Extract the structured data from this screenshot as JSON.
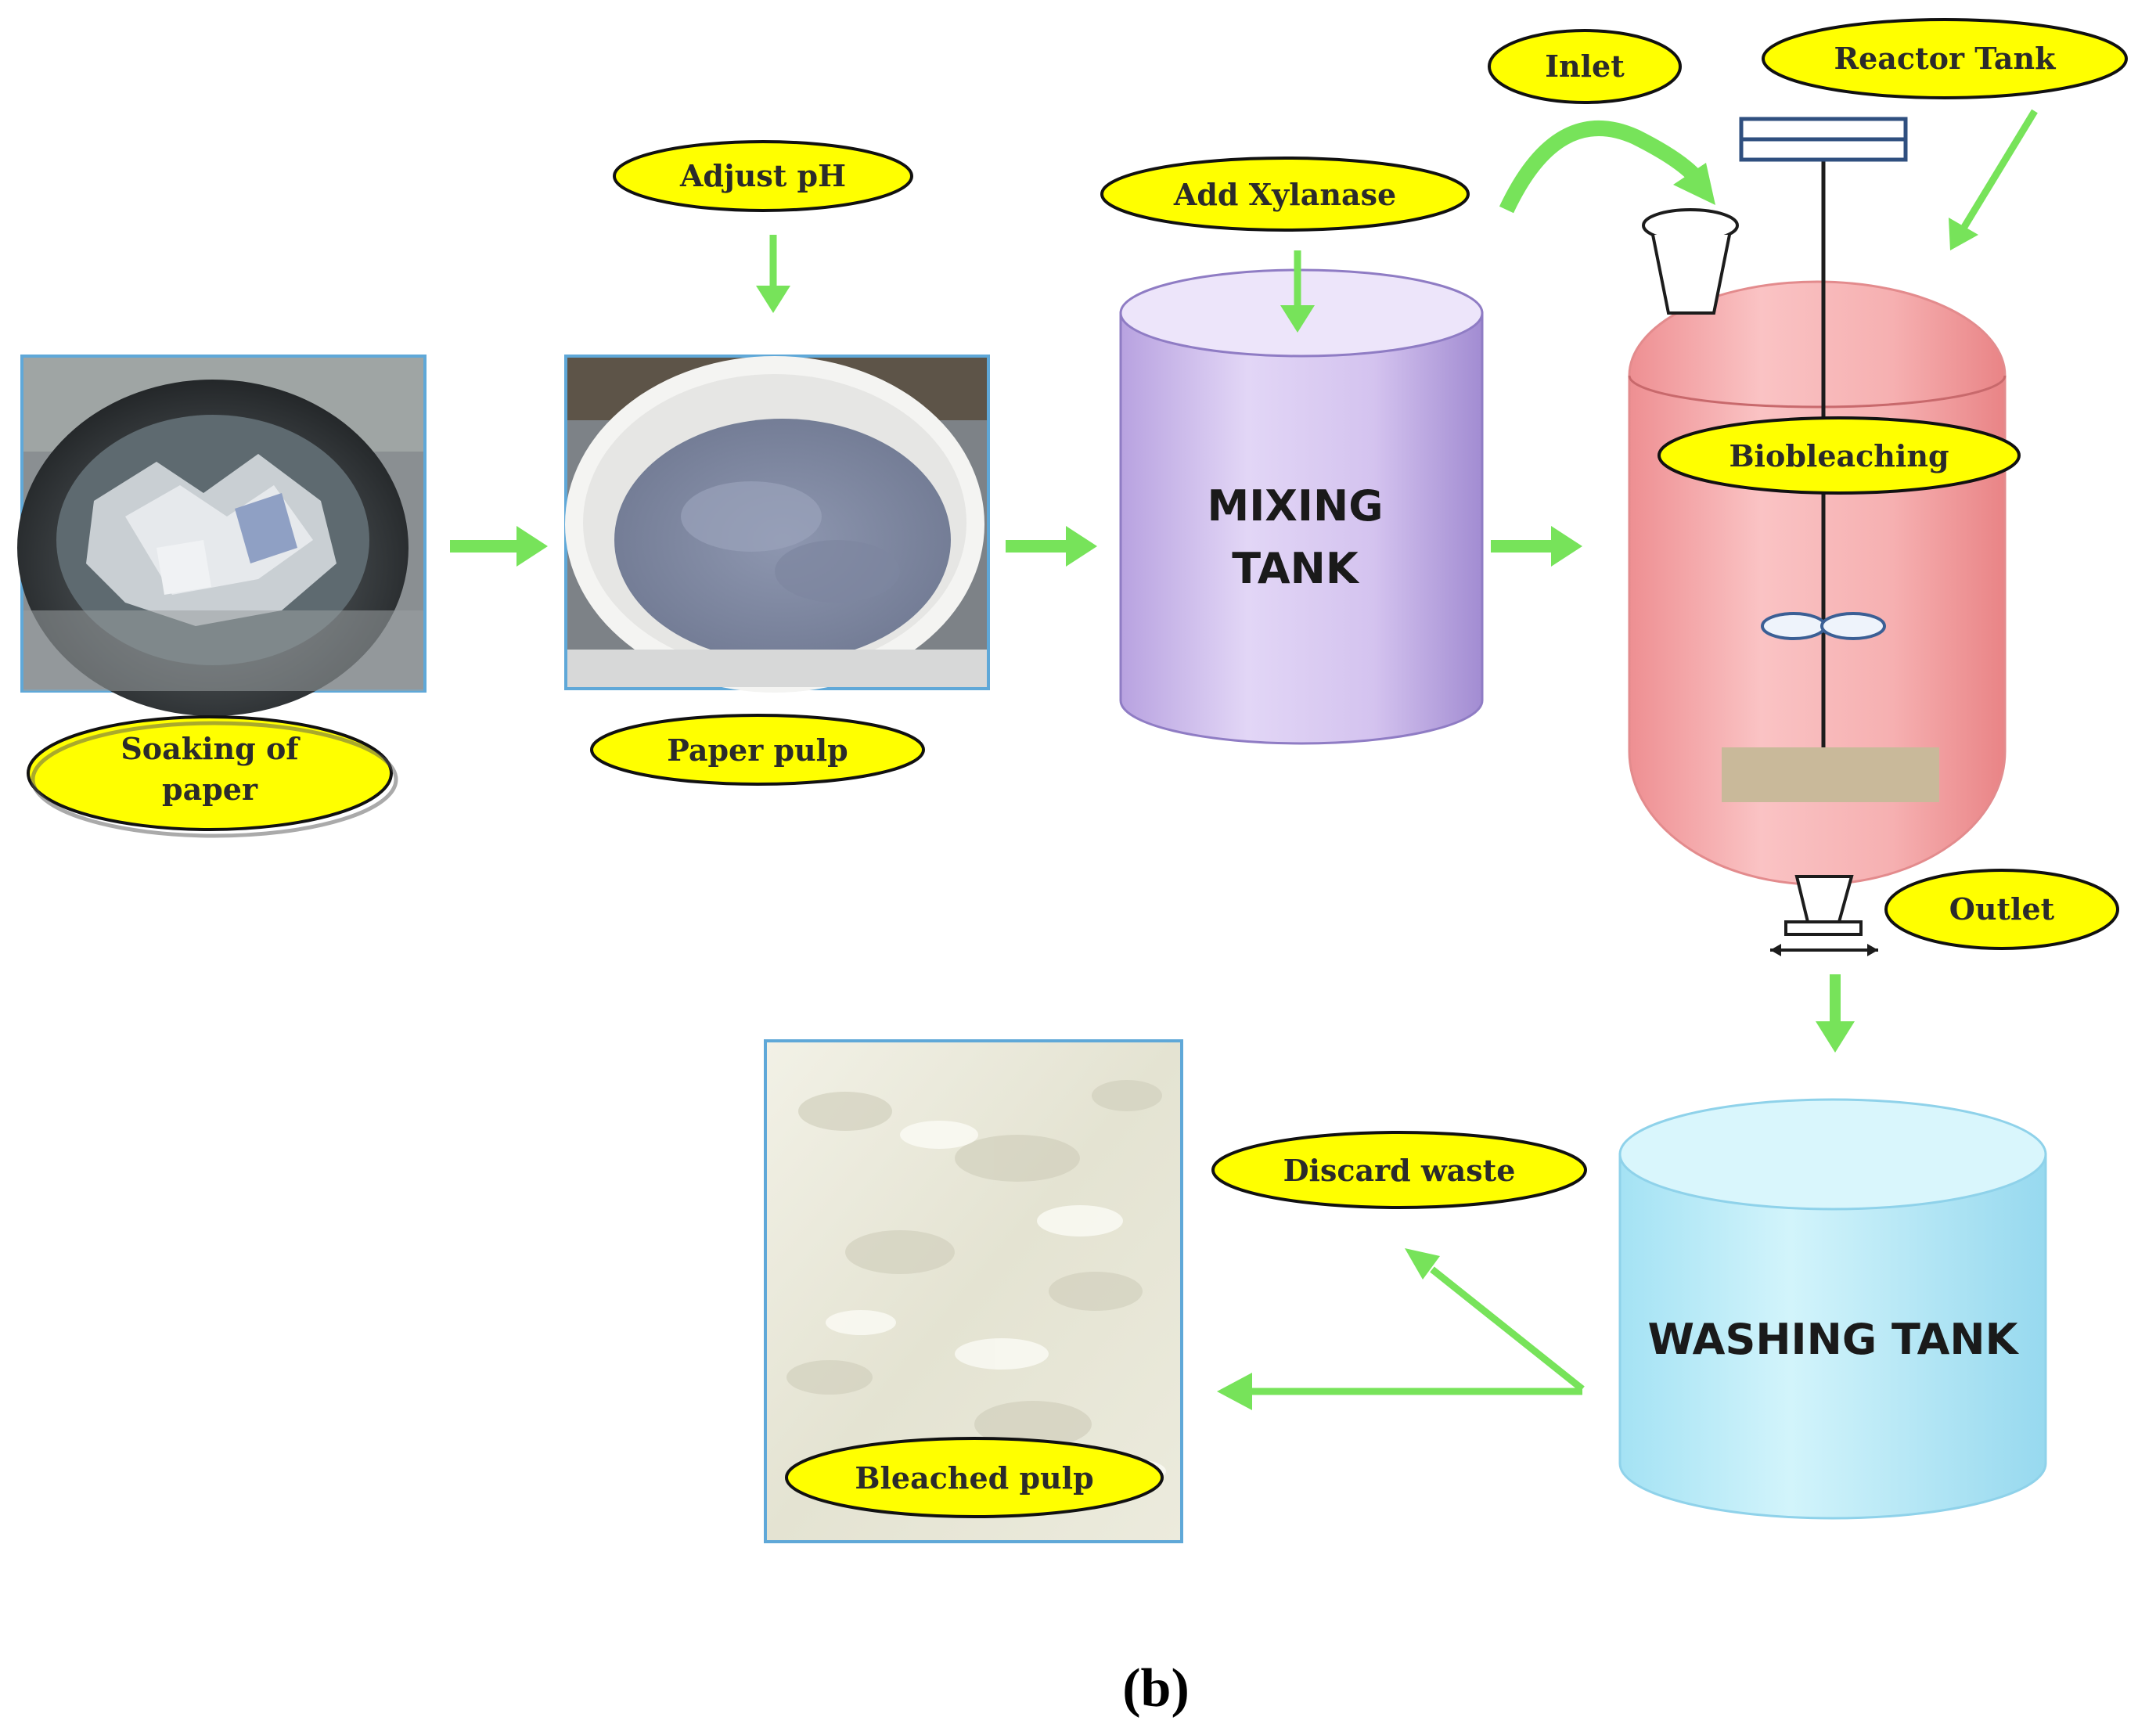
{
  "labels": {
    "soaking_line1": "Soaking of",
    "soaking_line2": "paper",
    "paper_pulp": "Paper pulp",
    "adjust_ph": "Adjust pH",
    "add_xylanase": "Add Xylanase",
    "inlet": "Inlet",
    "reactor_tank": "Reactor Tank",
    "biobleaching": "Biobleaching",
    "outlet": "Outlet",
    "discard_waste": "Discard waste",
    "bleached_pulp": "Bleached pulp"
  },
  "tanks": {
    "mixing_line1": "MIXING",
    "mixing_line2": "TANK",
    "washing": "WASHING TANK"
  },
  "caption": "(b)",
  "colors": {
    "label_fill": "#ffff00",
    "arrow": "#77e35a",
    "mixing_tank": "#d8c7f0",
    "reactor_tank": "#f4a7a8",
    "washing_tank": "#b8ecf7",
    "photo_border": "#5fa8d8"
  }
}
